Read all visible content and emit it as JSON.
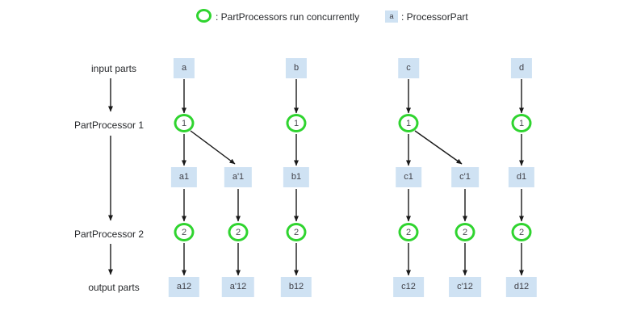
{
  "legend": {
    "concurrent_label": ": PartProcessors run concurrently",
    "part_symbol": "a",
    "processor_part_label": ": ProcessorPart"
  },
  "row_labels": {
    "input": "input parts",
    "processor1": "PartProcessor 1",
    "processor2": "PartProcessor 2",
    "output": "output parts"
  },
  "colors": {
    "box_fill": "#cfe2f3",
    "circle_stroke": "#2fd42f",
    "arrow": "#1a1a1a",
    "text": "#3f3f46"
  },
  "lanes": {
    "a": {
      "input": "a",
      "p1": "1",
      "mid": "a1",
      "p2": "2",
      "output": "a12"
    },
    "ap": {
      "mid": "a'1",
      "p2": "2",
      "output": "a'12"
    },
    "b": {
      "input": "b",
      "p1": "1",
      "mid": "b1",
      "p2": "2",
      "output": "b12"
    },
    "c": {
      "input": "c",
      "p1": "1",
      "mid": "c1",
      "p2": "2",
      "output": "c12"
    },
    "cp": {
      "mid": "c'1",
      "p2": "2",
      "output": "c'12"
    },
    "d": {
      "input": "d",
      "p1": "1",
      "mid": "d1",
      "p2": "2",
      "output": "d12"
    }
  }
}
